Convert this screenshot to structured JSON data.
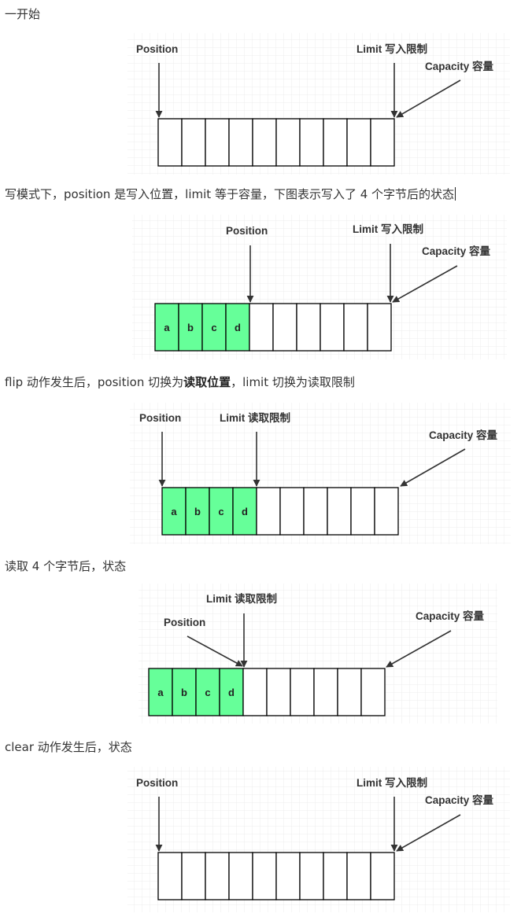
{
  "texts": {
    "t1": "一开始",
    "t2": "写模式下，position 是写入位置，limit 等于容量，下图表示写入了 4 个字节后的状态",
    "t3_pre": "flip 动作发生后，position 切换为",
    "t3_bold": "读取位置",
    "t3_post": "，limit 切换为读取限制",
    "t4": "读取 4 个字节后，状态",
    "t5": "clear 动作发生后，状态"
  },
  "labels": {
    "position": "Position",
    "limit_write": "Limit 写入限制",
    "limit_read": "Limit 读取限制",
    "capacity": "Capacity 容量"
  },
  "colors": {
    "filled_cell": "#66ff99",
    "stroke": "#000000",
    "arrow": "#333333",
    "grid_line": "#e6e6e6"
  },
  "diagrams": [
    {
      "stage": "initial",
      "cells": [
        "",
        "",
        "",
        "",
        "",
        "",
        "",
        "",
        "",
        "",
        ""
      ],
      "filled_count": 0
    },
    {
      "stage": "write-4-bytes",
      "cells": [
        "a",
        "b",
        "c",
        "d",
        "",
        "",
        "",
        "",
        "",
        "",
        ""
      ],
      "filled_count": 4
    },
    {
      "stage": "after-flip",
      "cells": [
        "a",
        "b",
        "c",
        "d",
        "",
        "",
        "",
        "",
        "",
        "",
        ""
      ],
      "filled_count": 4
    },
    {
      "stage": "read-4-bytes",
      "cells": [
        "a",
        "b",
        "c",
        "d",
        "",
        "",
        "",
        "",
        "",
        "",
        ""
      ],
      "filled_count": 4
    },
    {
      "stage": "after-clear",
      "cells": [
        "",
        "",
        "",
        "",
        "",
        "",
        "",
        "",
        "",
        "",
        ""
      ],
      "filled_count": 0
    }
  ]
}
